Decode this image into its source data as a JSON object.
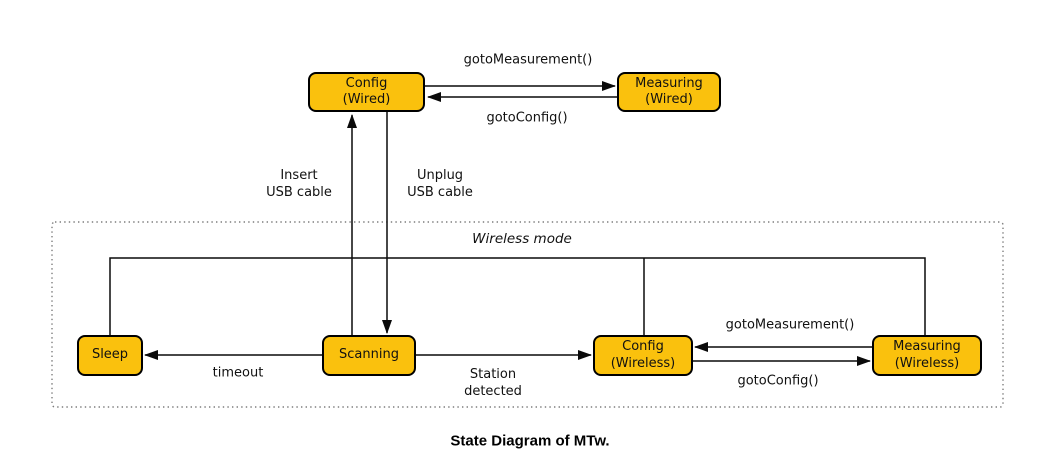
{
  "colors": {
    "state_fill": "#FAC10D",
    "state_border": "#000000",
    "line": "#0A0A0A",
    "dotted_border": "#7D7D7D",
    "background": "#FFFFFF"
  },
  "caption": "State Diagram of MTw.",
  "wireless_container_label": "Wireless mode",
  "states": {
    "config_wired": "Config\n(Wired)",
    "measuring_wired": "Measuring\n(Wired)",
    "sleep": "Sleep",
    "scanning": "Scanning",
    "config_wireless": "Config\n(Wireless)",
    "measuring_wireless": "Measuring\n(Wireless)"
  },
  "transitions": {
    "goto_measurement_wired": "gotoMeasurement()",
    "goto_config_wired": "gotoConfig()",
    "insert_usb": "Insert\nUSB cable",
    "unplug_usb": "Unplug\nUSB cable",
    "timeout": "timeout",
    "station_detected": "Station\ndetected",
    "goto_measurement_wireless": "gotoMeasurement()",
    "goto_config_wireless": "gotoConfig()"
  }
}
